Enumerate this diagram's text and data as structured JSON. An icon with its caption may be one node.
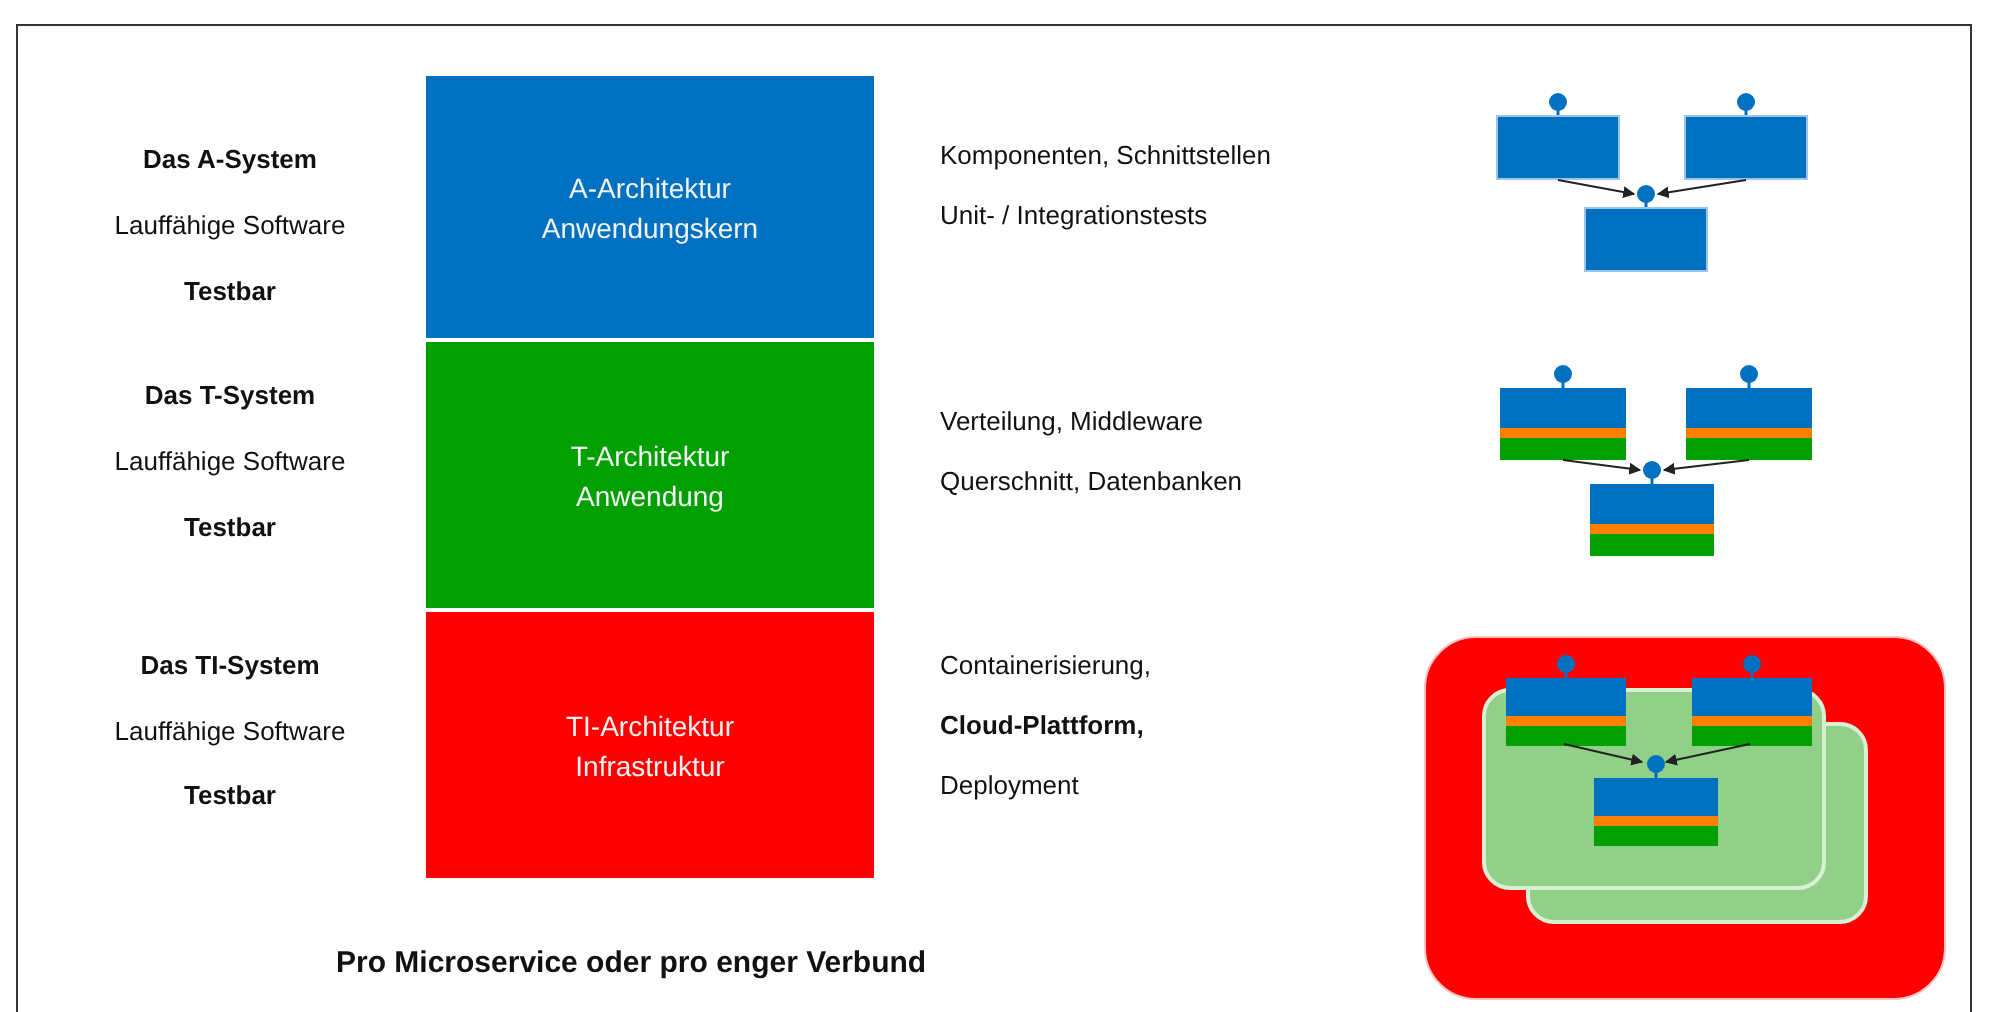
{
  "diagram": {
    "caption": "Pro Microservice oder pro enger Verbund",
    "nodes": [
      {
        "text": [
          "A-Architektur Anwendungskern"
        ]
      },
      {
        "text": [
          "T-Architektur Anwendung"
        ]
      },
      {
        "text": [
          "TI-Architektur Infrastruktur"
        ]
      },
      {
        "text": [],
        "shape": "box"
      },
      {
        "text": [],
        "shape": "box"
      },
      {
        "text": [],
        "shape": "box"
      },
      {
        "text": [],
        "shape": "box"
      },
      {
        "text": [],
        "shape": "box"
      },
      {
        "text": [],
        "shape": "box"
      },
      {
        "text": [],
        "shape": "box"
      },
      {
        "text": [],
        "shape": "box",
        "in": 9
      },
      {
        "text": [],
        "shape": "box",
        "in": 9
      },
      {
        "text": [],
        "shape": "box",
        "in": 9
      },
      {
        "text": [],
        "shape": "box",
        "in": 10
      }
    ],
    "edges": [
      {
        "from": 3,
        "to": 5,
        "arrow": "to"
      },
      {
        "from": 4,
        "to": 5,
        "arrow": "to"
      },
      {
        "from": 6,
        "to": 8,
        "arrow": "to"
      },
      {
        "from": 7,
        "to": 8,
        "arrow": "to"
      },
      {
        "from": 11,
        "to": 13,
        "arrow": "to"
      },
      {
        "from": 12,
        "to": 13,
        "arrow": "to"
      }
    ],
    "labels": [
      "Das A-System",
      "Lauffähige Software",
      "Testbar",
      "Komponenten, Schnittstellen",
      "Unit- / Integrationstests",
      "Das T-System",
      "Lauffähige Software",
      "Testbar",
      "Verteilung, Middleware",
      "Querschnitt, Datenbanken",
      "Das TI-System",
      "Lauffähige Software",
      "Testbar",
      "Containerisierung,",
      "Cloud-Plattform,",
      "Deployment"
    ]
  }
}
